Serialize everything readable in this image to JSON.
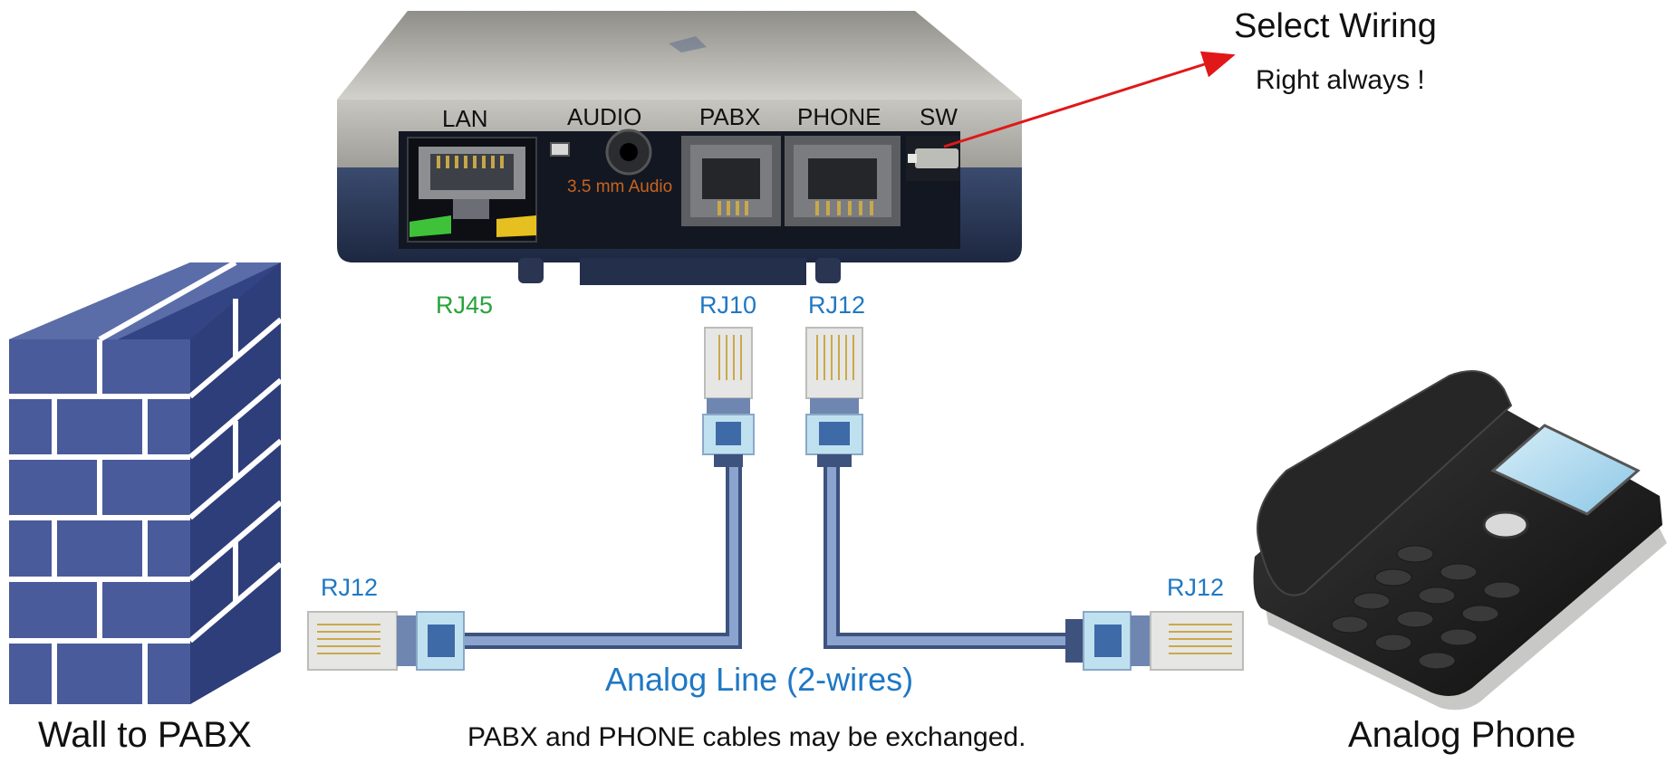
{
  "device": {
    "ports": {
      "lan": "LAN",
      "audio": "AUDIO",
      "pabx": "PABX",
      "phone": "PHONE",
      "sw": "SW"
    },
    "audio_jack_label": "3.5 mm Audio"
  },
  "connectors": {
    "rj45": "RJ45",
    "rj10": "RJ10",
    "rj12_device": "RJ12",
    "rj12_wall": "RJ12",
    "rj12_phone": "RJ12"
  },
  "callout": {
    "title": "Select Wiring",
    "subtitle": "Right always !"
  },
  "line_label": "Analog Line (2-wires)",
  "note": "PABX and PHONE cables may be exchanged.",
  "endpoints": {
    "wall": "Wall to PABX",
    "phone": "Analog Phone"
  },
  "colors": {
    "device_silver": "#a9a8a2",
    "device_navy": "#2b3a58",
    "wall_brick": "#3a4a8a",
    "cable": "#6c87b8",
    "connector_label": "#1f78c4",
    "rj45_label": "#27a33a",
    "audio_label": "#c8641e",
    "arrow": "#e01818"
  }
}
